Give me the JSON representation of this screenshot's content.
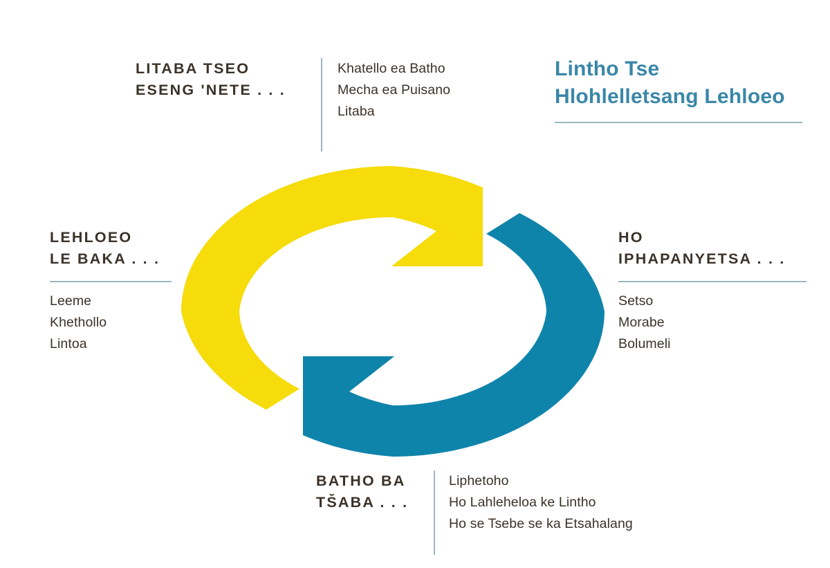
{
  "title": {
    "text": "Lintho Tse\nHlohlelletsang Lehloeo",
    "color": "#3a87a8"
  },
  "colors": {
    "yellow_arrow": "#f5dc0a",
    "blue_arrow": "#0f84aa",
    "rule": "#9db6c0",
    "text": "#3b3229",
    "background": "#ffffff"
  },
  "blocks": {
    "misinformation": {
      "heading": "LITABA TSEO\nESENG 'NETE . . .",
      "items": [
        "Khatello ea Batho",
        "Mecha ea Puisano",
        "Litaba"
      ]
    },
    "causes": {
      "heading": "LEHLOEO\nLE BAKA . . .",
      "items": [
        "Leeme",
        "Khethollo",
        "Lintoa"
      ]
    },
    "divide": {
      "heading": "HO\nIPHAPANYETSA . . .",
      "items": [
        "Setso",
        "Morabe",
        "Bolumeli"
      ]
    },
    "fear": {
      "heading": "BATHO BA\nTŠABA . . .",
      "items": [
        "Liphetoho",
        "Ho Lahleheloa ke Lintho",
        "Ho se Tsebe se ka Etsahalang"
      ]
    }
  },
  "diagram": {
    "type": "two-arrow-cycle",
    "arrows": [
      {
        "name": "yellow-arrow",
        "color": "#f5dc0a",
        "direction": "clockwise-upper-left",
        "arrowhead": "points-down-right-top-right"
      },
      {
        "name": "blue-arrow",
        "color": "#0f84aa",
        "direction": "clockwise-lower-right",
        "arrowhead": "points-up-left-bottom-left"
      }
    ]
  }
}
